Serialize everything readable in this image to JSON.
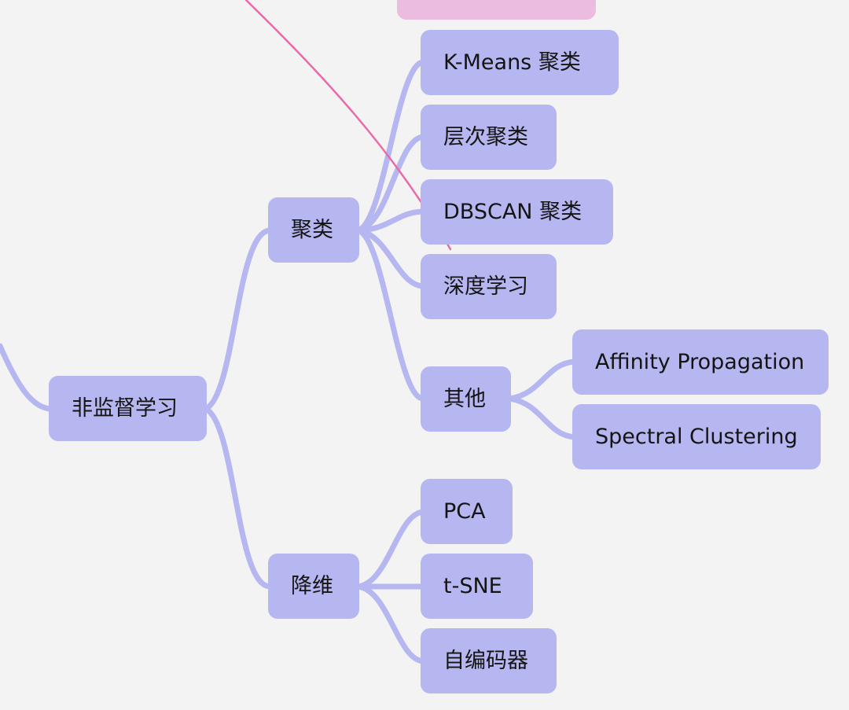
{
  "mindmap": {
    "colors": {
      "topic": "#b6b6f1",
      "branch_line": "#b6b6f1",
      "partial_topic": "#ebbbe0",
      "relation_line": "#ea6aa8",
      "background": "#f3f3f3",
      "text": "#141414"
    },
    "root": {
      "label": "非监督学习"
    },
    "clustering": {
      "label": "聚类",
      "children": {
        "kmeans": "K-Means 聚类",
        "hierarchical": "层次聚类",
        "dbscan": "DBSCAN 聚类",
        "deep": "深度学习",
        "other": {
          "label": "其他",
          "children": {
            "affinity": "Affinity Propagation",
            "spectral": "Spectral Clustering"
          }
        }
      }
    },
    "dim_reduction": {
      "label": "降维",
      "children": {
        "pca": "PCA",
        "tsne": "t-SNE",
        "autoencoder": "自编码器"
      }
    }
  }
}
